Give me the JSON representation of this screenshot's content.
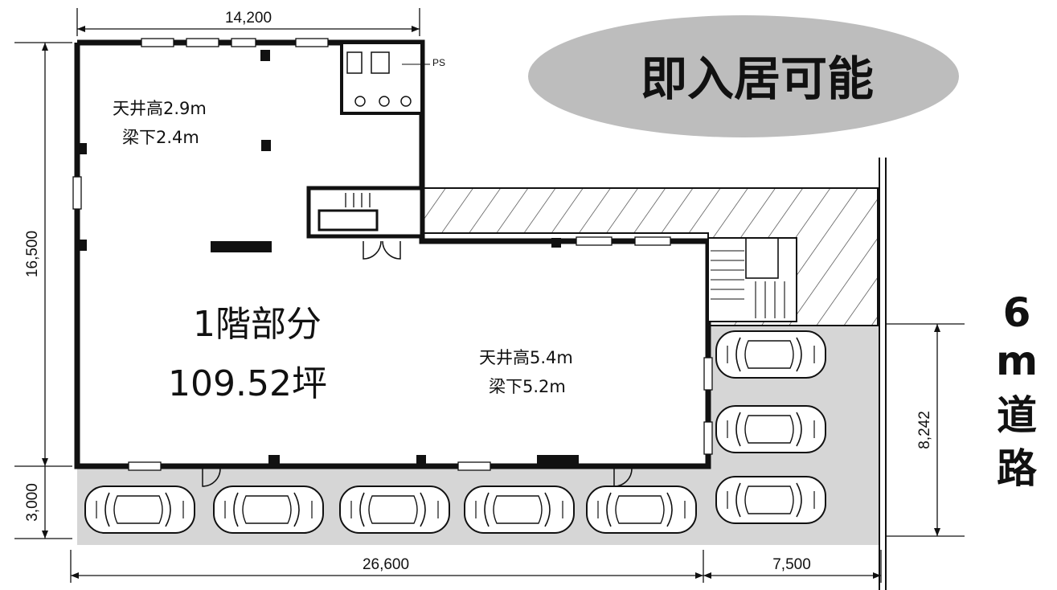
{
  "dimensions": {
    "top_width": "14,200",
    "left_height": "16,500",
    "parking_depth": "3,000",
    "bottom_width": "26,600",
    "side_width": "7,500",
    "right_height": "8,242"
  },
  "badge": {
    "text": "即入居可能"
  },
  "rooms": {
    "upper_ceiling": "天井高2.9m",
    "upper_beam": "梁下2.4m",
    "lower_ceiling": "天井高5.4m",
    "lower_beam": "梁下5.2m"
  },
  "floor": {
    "title": "1階部分",
    "area": "109.52坪"
  },
  "labels": {
    "ps": "PS"
  },
  "road": {
    "chars": [
      "6",
      "m",
      "道",
      "路"
    ]
  },
  "colors": {
    "badge_fill": "#bdbdbd",
    "parking_fill": "#d6d6d6",
    "wall": "#111111"
  }
}
